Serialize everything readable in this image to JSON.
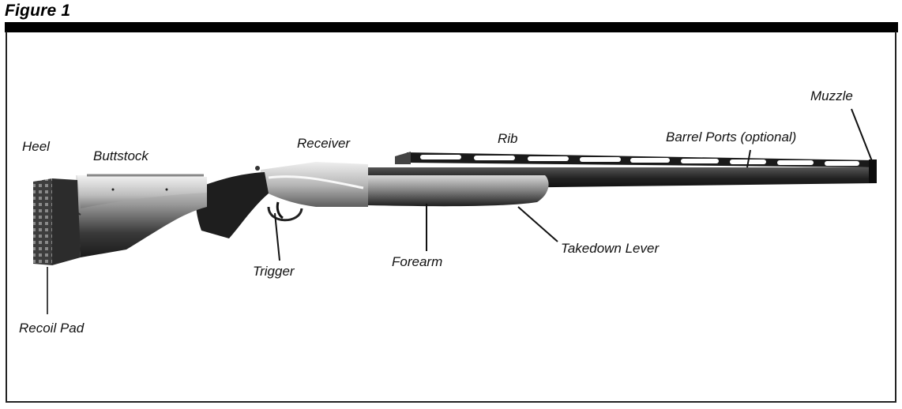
{
  "figure": {
    "title": "Figure 1"
  },
  "labels": {
    "heel": "Heel",
    "buttstock": "Buttstock",
    "receiver": "Receiver",
    "rib": "Rib",
    "barrel_ports": "Barrel Ports (optional)",
    "muzzle": "Muzzle",
    "recoil_pad": "Recoil Pad",
    "trigger": "Trigger",
    "forearm": "Forearm",
    "takedown_lever": "Takedown Lever"
  },
  "colors": {
    "ink": "#111111",
    "gun_dark": "#1c1c1c",
    "gun_mid": "#6d6d6d",
    "gun_light": "#d8d8d8"
  }
}
